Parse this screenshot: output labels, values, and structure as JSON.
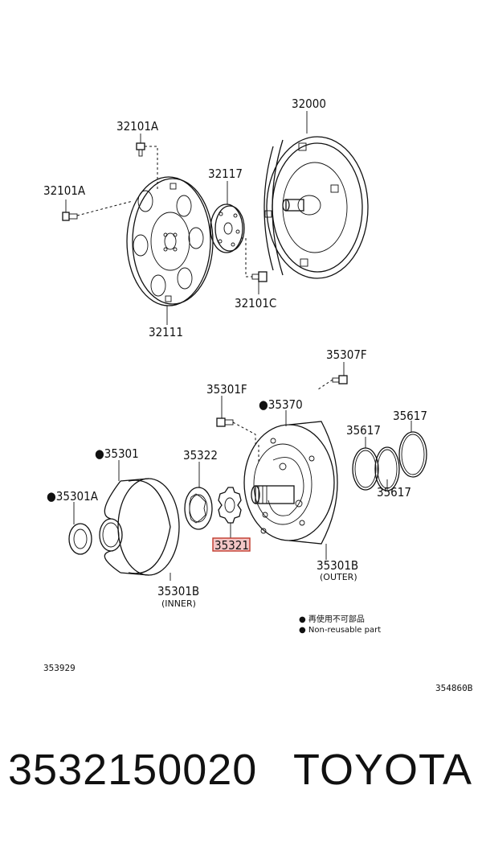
{
  "labels": {
    "torque_converter": "32000",
    "bolt_top": "32101A",
    "bolt_left": "32101A",
    "plate": "32117",
    "bolt_lower": "32101C",
    "drive_plate": "32111",
    "pump_bolt_top": "35307F",
    "pump_bolt": "35301F",
    "pump_body_mark": "●35370",
    "oring_1": "35617",
    "oring_2": "35617",
    "oring_3": "35617",
    "pump_body_outer": "35301B",
    "outer_caption": "(OUTER)",
    "pump_cover": "●35301",
    "driven_gear": "35322",
    "seal": "●35301A",
    "drive_gear_highlight": "35321",
    "pump_body_inner": "35301B",
    "inner_caption": "(INNER)"
  },
  "legend": {
    "line1": "● 再使用不可部品",
    "line2": "● Non-reusable part"
  },
  "ref_codes": {
    "left": "353929",
    "right": "354860B"
  },
  "footer": {
    "part_number": "3532150020",
    "brand": "TOYOTA"
  },
  "colors": {
    "highlight_fill": "#f3c6c6",
    "highlight_stroke": "#c0392b"
  }
}
